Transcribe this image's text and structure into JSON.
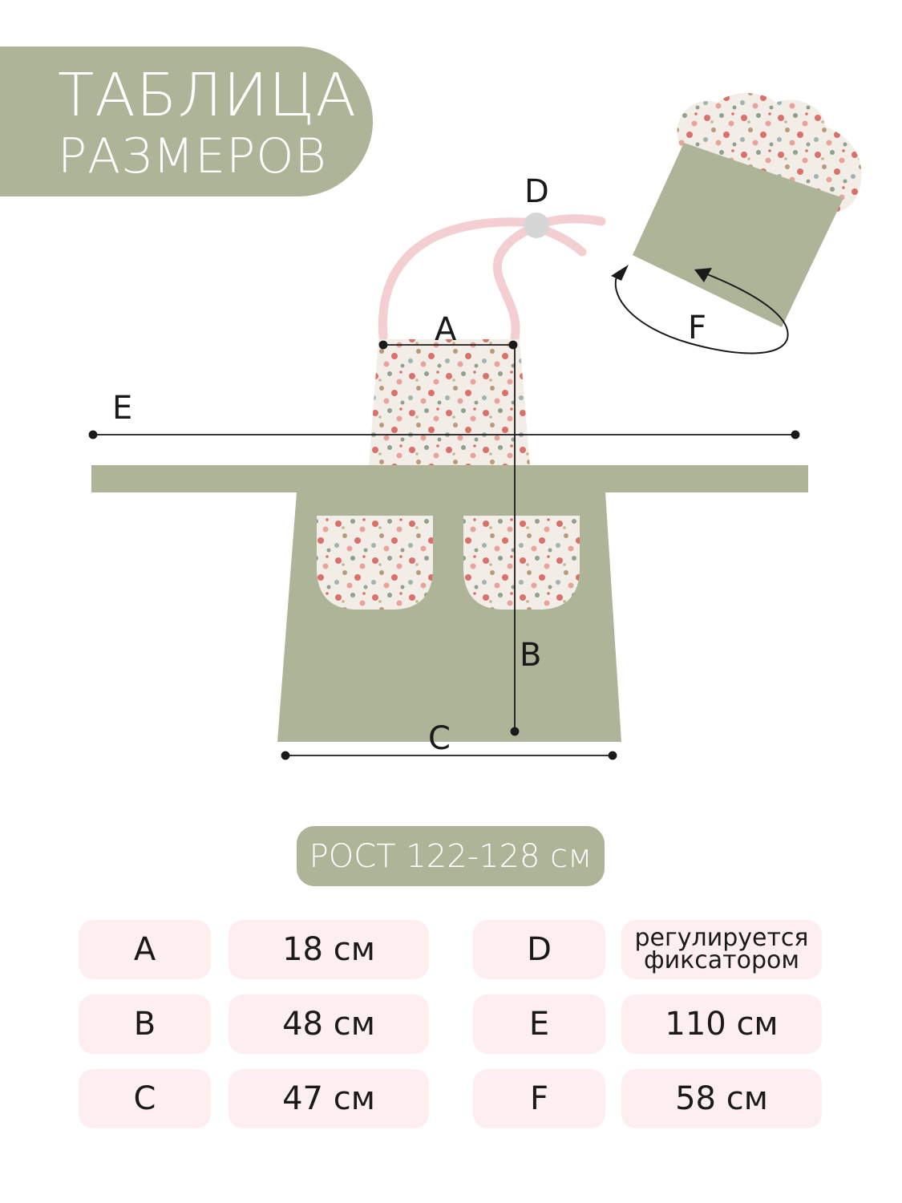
{
  "title": {
    "line1": "ТАБЛИЦА",
    "line2": "РАЗМЕРОВ"
  },
  "diagram_labels": {
    "A": "A",
    "B": "B",
    "C": "C",
    "D": "D",
    "E": "E",
    "F": "F"
  },
  "size_label": "РОСТ 122-128 см",
  "table": {
    "left": [
      {
        "key": "A",
        "value": "18 см"
      },
      {
        "key": "B",
        "value": "48 см"
      },
      {
        "key": "C",
        "value": "47 см"
      }
    ],
    "right": [
      {
        "key": "D",
        "value_line1": "регулируется",
        "value_line2": "фиксатором"
      },
      {
        "key": "E",
        "value": "110 см"
      },
      {
        "key": "F",
        "value": "58 см"
      }
    ]
  },
  "colors": {
    "sage": "#aeb497",
    "pink_strap": "#f3cfd1",
    "cell_bg": "#fdeff0",
    "floral_bg": "#f2ede6",
    "floral_red": "#d9706a",
    "floral_green": "#8fa08c",
    "floral_brown": "#b89a78"
  }
}
